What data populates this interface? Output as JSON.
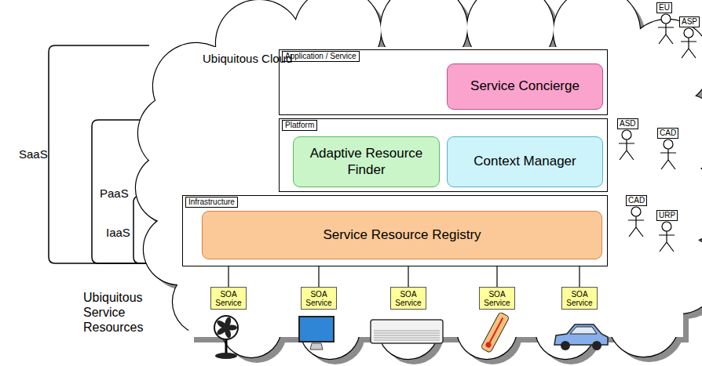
{
  "diagram": {
    "nodes": [
      {
        "text": [
          "Application / Service"
        ]
      },
      {
        "text": [
          "Service Concierge"
        ],
        "in": 0
      },
      {
        "text": [
          "Platform"
        ]
      },
      {
        "text": [
          "Adaptive Resource Finder"
        ],
        "in": 2
      },
      {
        "text": [
          "Context Manager"
        ],
        "in": 2
      },
      {
        "text": [
          "Infrastructure"
        ]
      },
      {
        "text": [
          "Service Resource Registry"
        ],
        "in": 5
      },
      {
        "text": [
          "SOA Service"
        ]
      },
      {
        "text": [
          "SOA Service"
        ]
      },
      {
        "text": [
          "SOA Service"
        ]
      },
      {
        "text": [
          "SOA Service"
        ]
      },
      {
        "text": [
          "SOA Service"
        ]
      }
    ],
    "edges": [
      {
        "from": 6,
        "to": 7,
        "arrow": "none"
      },
      {
        "from": 6,
        "to": 8,
        "arrow": "none"
      },
      {
        "from": 6,
        "to": 9,
        "arrow": "none"
      },
      {
        "from": 6,
        "to": 10,
        "arrow": "none"
      },
      {
        "from": 6,
        "to": 11,
        "arrow": "none"
      }
    ],
    "labels": [
      "Ubiquitous Cloud",
      "SaaS",
      "PaaS",
      "IaaS",
      "EU",
      "ASP",
      "ASD",
      "CAD",
      "CAD",
      "URP",
      "Ubiquitous Service Resources"
    ]
  }
}
